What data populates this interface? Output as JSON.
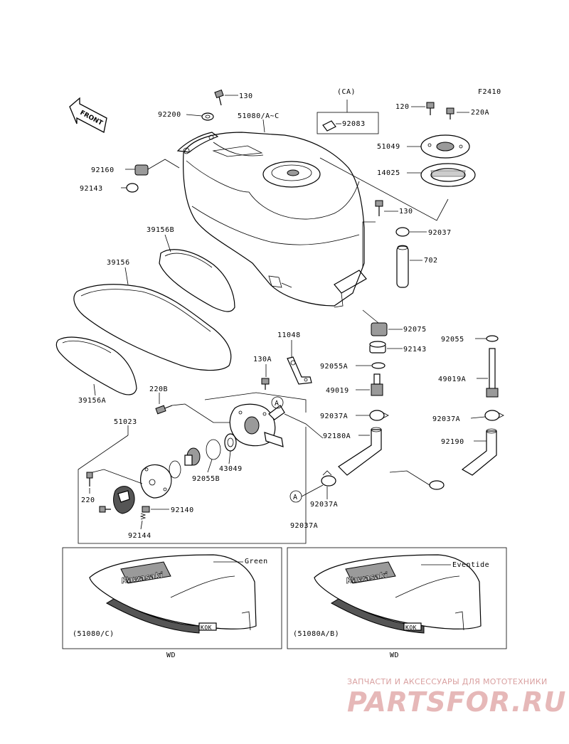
{
  "figure_code": "F2410",
  "front_label": "FRONT",
  "ca_label": "(CA)",
  "callout_a": "A",
  "parts": [
    {
      "key": "p130_top",
      "label": "130"
    },
    {
      "key": "p92200",
      "label": "92200"
    },
    {
      "key": "p51080",
      "label": "51080/A~C"
    },
    {
      "key": "p92083",
      "label": "92083"
    },
    {
      "key": "p120",
      "label": "120"
    },
    {
      "key": "p220A",
      "label": "220A"
    },
    {
      "key": "p51049",
      "label": "51049"
    },
    {
      "key": "p14025",
      "label": "14025"
    },
    {
      "key": "p92160",
      "label": "92160"
    },
    {
      "key": "p92143_top",
      "label": "92143"
    },
    {
      "key": "p130_mid",
      "label": "130"
    },
    {
      "key": "p92037",
      "label": "92037"
    },
    {
      "key": "p39156B",
      "label": "39156B"
    },
    {
      "key": "p702",
      "label": "702"
    },
    {
      "key": "p39156",
      "label": "39156"
    },
    {
      "key": "p92075",
      "label": "92075"
    },
    {
      "key": "p92055",
      "label": "92055"
    },
    {
      "key": "p92143_mid",
      "label": "92143"
    },
    {
      "key": "p11048",
      "label": "11048"
    },
    {
      "key": "p130A",
      "label": "130A"
    },
    {
      "key": "p92055A",
      "label": "92055A"
    },
    {
      "key": "p49019A",
      "label": "49019A"
    },
    {
      "key": "p39156A",
      "label": "39156A"
    },
    {
      "key": "p220B",
      "label": "220B"
    },
    {
      "key": "p49019",
      "label": "49019"
    },
    {
      "key": "p51023",
      "label": "51023"
    },
    {
      "key": "p92037A_1",
      "label": "92037A"
    },
    {
      "key": "p92037A_2",
      "label": "92037A"
    },
    {
      "key": "p92180A",
      "label": "92180A"
    },
    {
      "key": "p92190",
      "label": "92190"
    },
    {
      "key": "p43049",
      "label": "43049"
    },
    {
      "key": "p92055B",
      "label": "92055B"
    },
    {
      "key": "p220",
      "label": "220"
    },
    {
      "key": "p92140",
      "label": "92140"
    },
    {
      "key": "p92144",
      "label": "92144"
    },
    {
      "key": "p92037A_3",
      "label": "92037A"
    },
    {
      "key": "p92037A_4",
      "label": "92037A"
    }
  ],
  "variants": [
    {
      "key": "left",
      "color": "Green",
      "code": "(51080/C)",
      "region": "WD",
      "logo": "Kawasaki",
      "badge": "KOK"
    },
    {
      "key": "right",
      "color": "Eventide",
      "code": "(51080A/B)",
      "region": "WD",
      "logo": "Kawasaki",
      "badge": "KOK"
    }
  ],
  "watermark": {
    "line1": "ЗАПЧАСТИ И АКСЕССУАРЫ ДЛЯ МОТОТЕХНИКИ",
    "line2": "PARTSFOR.RU"
  }
}
